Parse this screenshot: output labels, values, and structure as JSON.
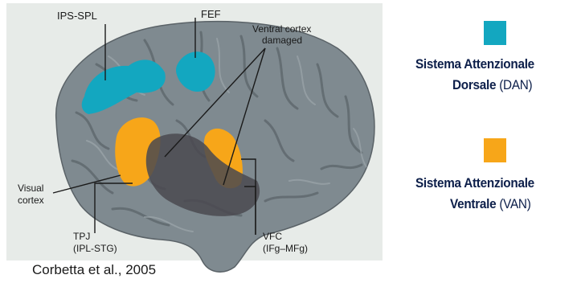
{
  "figure": {
    "labels": {
      "ips_spl": "IPS-SPL",
      "fef": "FEF",
      "ventral_damaged_1": "Ventral cortex",
      "ventral_damaged_2": "damaged",
      "visual_1": "Visual",
      "visual_2": "cortex",
      "tpj_1": "TPJ",
      "tpj_2": "(IPL-STG)",
      "vfc_1": "VFC",
      "vfc_2": "(IFg–MFg)"
    },
    "source": "Corbetta  et al., 2005"
  },
  "legend": {
    "dorsal": {
      "color": "#13a7c0",
      "line1": "Sistema Attenzionale",
      "line2_bold": "Dorsale",
      "line2_plain": " (DAN)"
    },
    "ventral": {
      "color": "#f7a619",
      "line1": "Sistema Attenzionale",
      "line2_bold": "Ventrale",
      "line2_plain": " (VAN)"
    }
  },
  "colors": {
    "brain": "#7f8a90",
    "brain_dark": "#5f686d",
    "damage": "#4a4950",
    "background_panel": "#e7ebe8"
  }
}
